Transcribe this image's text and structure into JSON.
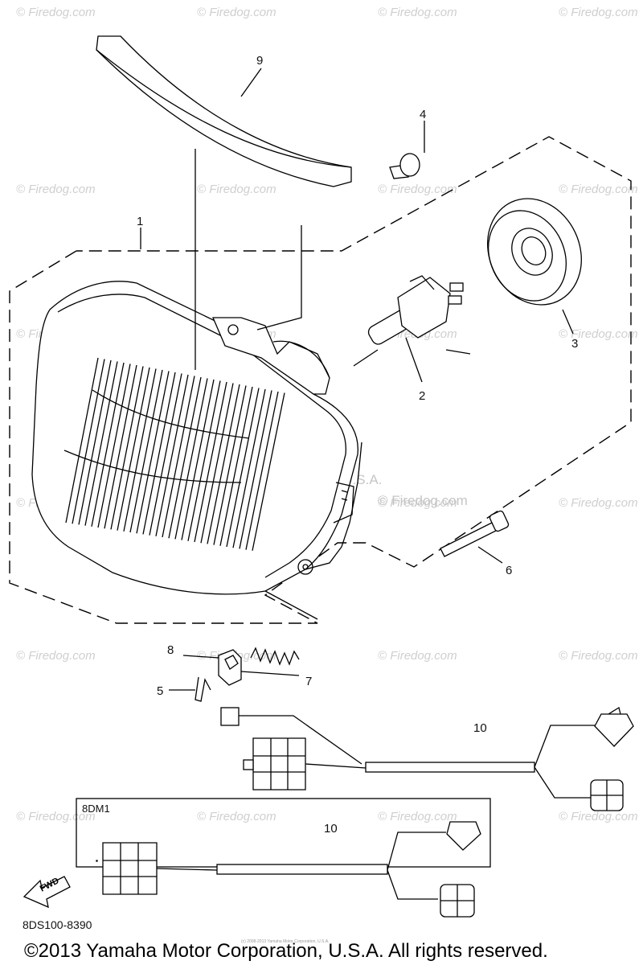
{
  "watermark": {
    "site": "© Firedog.com",
    "center_brand": "Yamaha Motor Corp. U.S.A.",
    "center_site": "© Firedog.com"
  },
  "callouts": [
    "1",
    "2",
    "3",
    "4",
    "5",
    "6",
    "7",
    "8",
    "9",
    "10",
    "10"
  ],
  "inset": {
    "label": "8DM1"
  },
  "fwd_label": "FWD",
  "diagram_code": "8DS100-8390",
  "small_print": "(c) 2008-2013 Yamaha Motor Corporation, U.S.A.",
  "footer": "©2013 Yamaha Motor Corporation, U.S.A. All rights reserved."
}
